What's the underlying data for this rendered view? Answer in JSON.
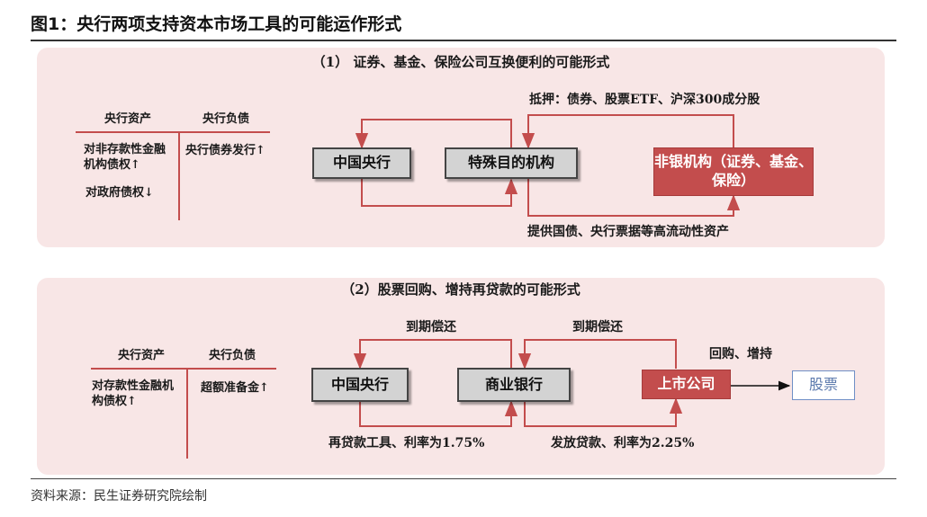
{
  "figure": {
    "title": "图1：央行两项支持资本市场工具的可能运作形式",
    "source": "资料来源：民生证券研究院绘制"
  },
  "panel1": {
    "heading": "（1） 证券、基金、保险公司互换便利的可能形式",
    "table": {
      "col_assets": "央行资产",
      "col_liabilities": "央行负债",
      "asset_item_1": "对非存款性金融机构债权↑",
      "asset_item_2": "对政府债权↓",
      "liability_item_1": "央行债券发行↑"
    },
    "nodes": {
      "pboc": "中国央行",
      "spv": "特殊目的机构",
      "nonbank": "非银机构（证券、基金、保险）"
    },
    "labels": {
      "collateral": "抵押：债券、股票ETF、沪深300成分股",
      "provide": "提供国债、央行票据等高流动性资产"
    }
  },
  "panel2": {
    "heading": "（2）股票回购、增持再贷款的可能形式",
    "table": {
      "col_assets": "央行资产",
      "col_liabilities": "央行负债",
      "asset_item_1": "对存款性金融机构债权↑",
      "liability_item_1": "超额准备金↑"
    },
    "nodes": {
      "pboc": "中国央行",
      "bank": "商业银行",
      "listed": "上市公司",
      "stock": "股票"
    },
    "labels": {
      "repay_1": "到期偿还",
      "repay_2": "到期偿还",
      "buyback": "回购、增持",
      "relending": "再贷款工具、利率为1.75%",
      "loan": "发放贷款、利率为2.25%"
    }
  },
  "colors": {
    "accent_red": "#c34d4d",
    "panel_bg": "#f8e6e6",
    "node_gray": "#d3d3d3",
    "outline_blue": "#6f8fc6"
  }
}
